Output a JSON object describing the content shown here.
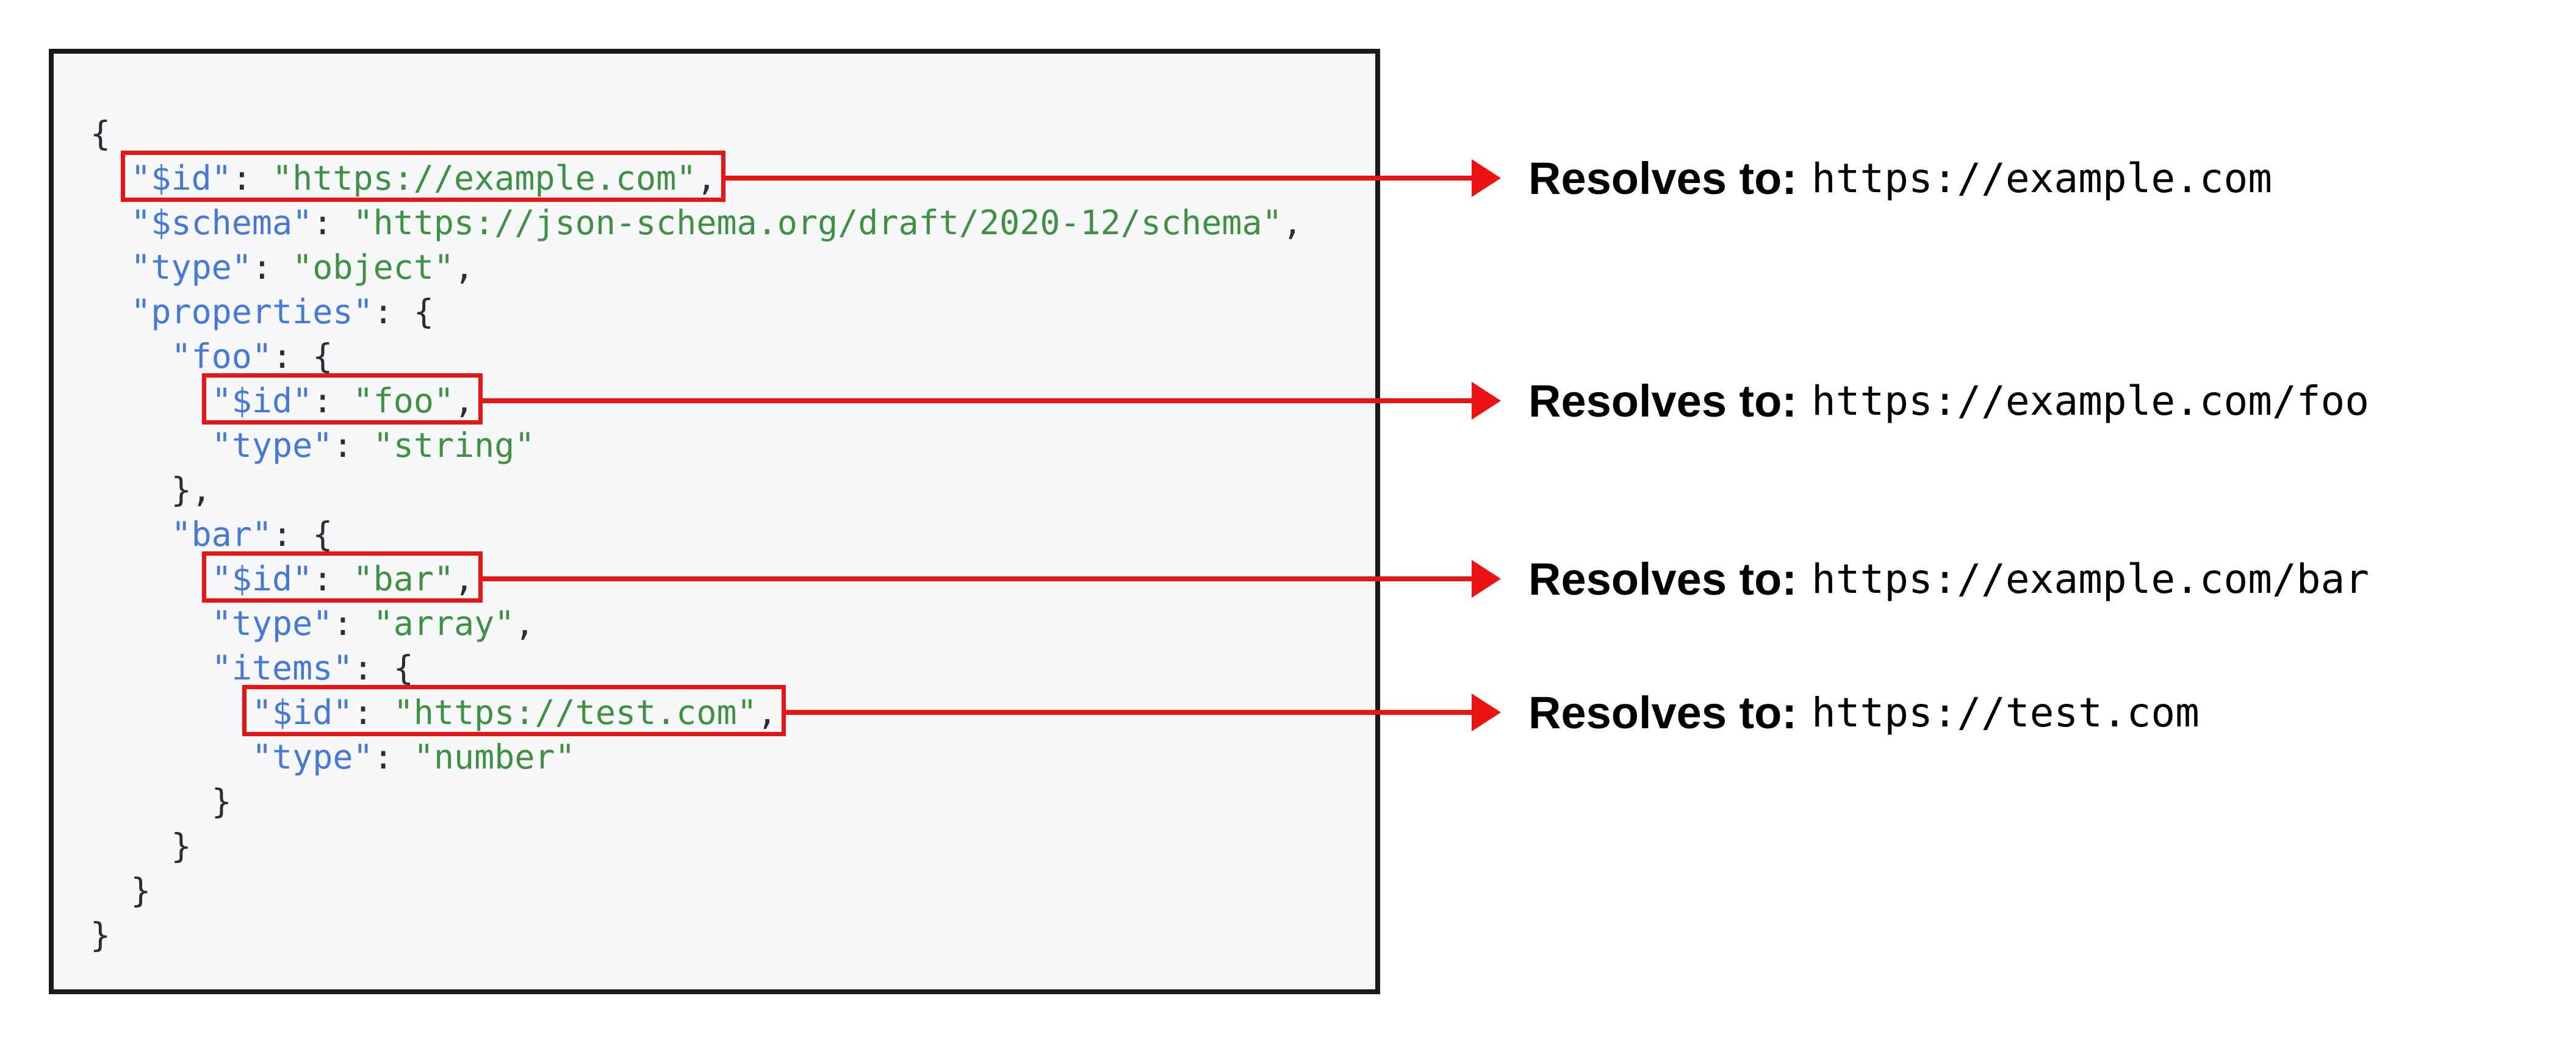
{
  "colors": {
    "key": "#4678d9",
    "string": "#3f9142",
    "plain": "#2a2e33",
    "highlight": "#ec1313",
    "panel_bg": "#f7f8fa",
    "panel_border": "#1b1b1b"
  },
  "code": {
    "lines": [
      {
        "segments": [
          {
            "text": "{",
            "type": "p"
          }
        ]
      },
      {
        "box": [
          1,
          4
        ],
        "segments": [
          {
            "text": "  ",
            "type": "p"
          },
          {
            "text": "\"$id\"",
            "type": "k"
          },
          {
            "text": ": ",
            "type": "p"
          },
          {
            "text": "\"https://example.com\"",
            "type": "v"
          },
          {
            "text": ",",
            "type": "p"
          }
        ]
      },
      {
        "segments": [
          {
            "text": "  ",
            "type": "p"
          },
          {
            "text": "\"$schema\"",
            "type": "k"
          },
          {
            "text": ": ",
            "type": "p"
          },
          {
            "text": "\"https://json-schema.org/draft/2020-12/schema\"",
            "type": "v"
          },
          {
            "text": ",",
            "type": "p"
          }
        ]
      },
      {
        "segments": [
          {
            "text": "  ",
            "type": "p"
          },
          {
            "text": "\"type\"",
            "type": "k"
          },
          {
            "text": ": ",
            "type": "p"
          },
          {
            "text": "\"object\"",
            "type": "v"
          },
          {
            "text": ",",
            "type": "p"
          }
        ]
      },
      {
        "segments": [
          {
            "text": "  ",
            "type": "p"
          },
          {
            "text": "\"properties\"",
            "type": "k"
          },
          {
            "text": ": {",
            "type": "p"
          }
        ]
      },
      {
        "segments": [
          {
            "text": "    ",
            "type": "p"
          },
          {
            "text": "\"foo\"",
            "type": "k"
          },
          {
            "text": ": {",
            "type": "p"
          }
        ]
      },
      {
        "box": [
          1,
          4
        ],
        "segments": [
          {
            "text": "      ",
            "type": "p"
          },
          {
            "text": "\"$id\"",
            "type": "k"
          },
          {
            "text": ": ",
            "type": "p"
          },
          {
            "text": "\"foo\"",
            "type": "v"
          },
          {
            "text": ",",
            "type": "p"
          }
        ]
      },
      {
        "segments": [
          {
            "text": "      ",
            "type": "p"
          },
          {
            "text": "\"type\"",
            "type": "k"
          },
          {
            "text": ": ",
            "type": "p"
          },
          {
            "text": "\"string\"",
            "type": "v"
          }
        ]
      },
      {
        "segments": [
          {
            "text": "    },",
            "type": "p"
          }
        ]
      },
      {
        "segments": [
          {
            "text": "    ",
            "type": "p"
          },
          {
            "text": "\"bar\"",
            "type": "k"
          },
          {
            "text": ": {",
            "type": "p"
          }
        ]
      },
      {
        "box": [
          1,
          4
        ],
        "segments": [
          {
            "text": "      ",
            "type": "p"
          },
          {
            "text": "\"$id\"",
            "type": "k"
          },
          {
            "text": ": ",
            "type": "p"
          },
          {
            "text": "\"bar\"",
            "type": "v"
          },
          {
            "text": ",",
            "type": "p"
          }
        ]
      },
      {
        "segments": [
          {
            "text": "      ",
            "type": "p"
          },
          {
            "text": "\"type\"",
            "type": "k"
          },
          {
            "text": ": ",
            "type": "p"
          },
          {
            "text": "\"array\"",
            "type": "v"
          },
          {
            "text": ",",
            "type": "p"
          }
        ]
      },
      {
        "segments": [
          {
            "text": "      ",
            "type": "p"
          },
          {
            "text": "\"items\"",
            "type": "k"
          },
          {
            "text": ": {",
            "type": "p"
          }
        ]
      },
      {
        "box": [
          1,
          4
        ],
        "segments": [
          {
            "text": "        ",
            "type": "p"
          },
          {
            "text": "\"$id\"",
            "type": "k"
          },
          {
            "text": ": ",
            "type": "p"
          },
          {
            "text": "\"https://test.com\"",
            "type": "v"
          },
          {
            "text": ",",
            "type": "p"
          }
        ]
      },
      {
        "segments": [
          {
            "text": "        ",
            "type": "p"
          },
          {
            "text": "\"type\"",
            "type": "k"
          },
          {
            "text": ": ",
            "type": "p"
          },
          {
            "text": "\"number\"",
            "type": "v"
          }
        ]
      },
      {
        "segments": [
          {
            "text": "      }",
            "type": "p"
          }
        ]
      },
      {
        "segments": [
          {
            "text": "    }",
            "type": "p"
          }
        ]
      },
      {
        "segments": [
          {
            "text": "  }",
            "type": "p"
          }
        ]
      },
      {
        "segments": [
          {
            "text": "}",
            "type": "p"
          }
        ]
      }
    ]
  },
  "annotations": [
    {
      "label": "Resolves to:",
      "url": "https://example.com"
    },
    {
      "label": "Resolves to:",
      "url": "https://example.com/foo"
    },
    {
      "label": "Resolves to:",
      "url": "https://example.com/bar"
    },
    {
      "label": "Resolves to:",
      "url": "https://test.com"
    }
  ]
}
